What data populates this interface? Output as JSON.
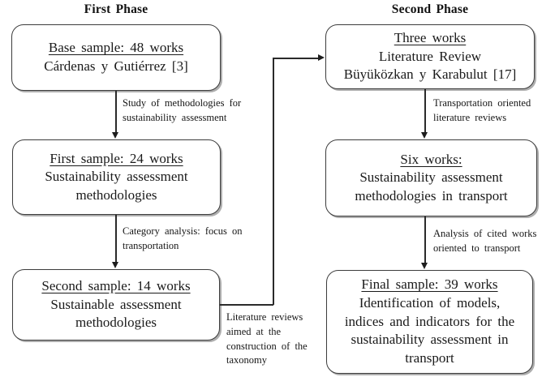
{
  "colors": {
    "background": "#ffffff",
    "box_border": "#3c3c3c",
    "line": "#2a2a2a",
    "text": "#1a1a1a"
  },
  "headers": {
    "first_phase": "First Phase",
    "second_phase": "Second Phase"
  },
  "boxes": {
    "base_sample": {
      "title": "Base sample: 48 works",
      "body": [
        "Cárdenas y Gutiérrez [3]"
      ]
    },
    "first_sample": {
      "title": "First sample: 24 works",
      "body": [
        "Sustainability assessment",
        "methodologies"
      ]
    },
    "second_sample": {
      "title": "Second sample: 14 works",
      "body": [
        "Sustainable assessment",
        "methodologies"
      ]
    },
    "three_works": {
      "title": "Three works",
      "body": [
        "Literature Review",
        "Büyüközkan y Karabulut [17]"
      ]
    },
    "six_works": {
      "title": "Six works:",
      "body": [
        "Sustainability assessment",
        "methodologies in transport"
      ]
    },
    "final_sample": {
      "title": "Final sample: 39 works",
      "body": [
        "Identification of models,",
        "indices and indicators for the",
        "sustainability assessment in",
        "transport"
      ]
    }
  },
  "edge_labels": {
    "study_methodologies": {
      "lines": [
        "Study of methodologies for",
        "sustainability assessment"
      ]
    },
    "category_analysis": {
      "lines": [
        "Category analysis: focus on",
        "transportation"
      ]
    },
    "transportation_oriented": {
      "lines": [
        "Transportation oriented",
        "literature reviews"
      ]
    },
    "analysis_cited": {
      "lines": [
        "Analysis of cited works",
        "oriented to transport"
      ]
    },
    "literature_reviews_taxonomy": {
      "lines": [
        "Literature reviews",
        "aimed at the",
        "construction of the",
        "taxonomy"
      ]
    }
  }
}
